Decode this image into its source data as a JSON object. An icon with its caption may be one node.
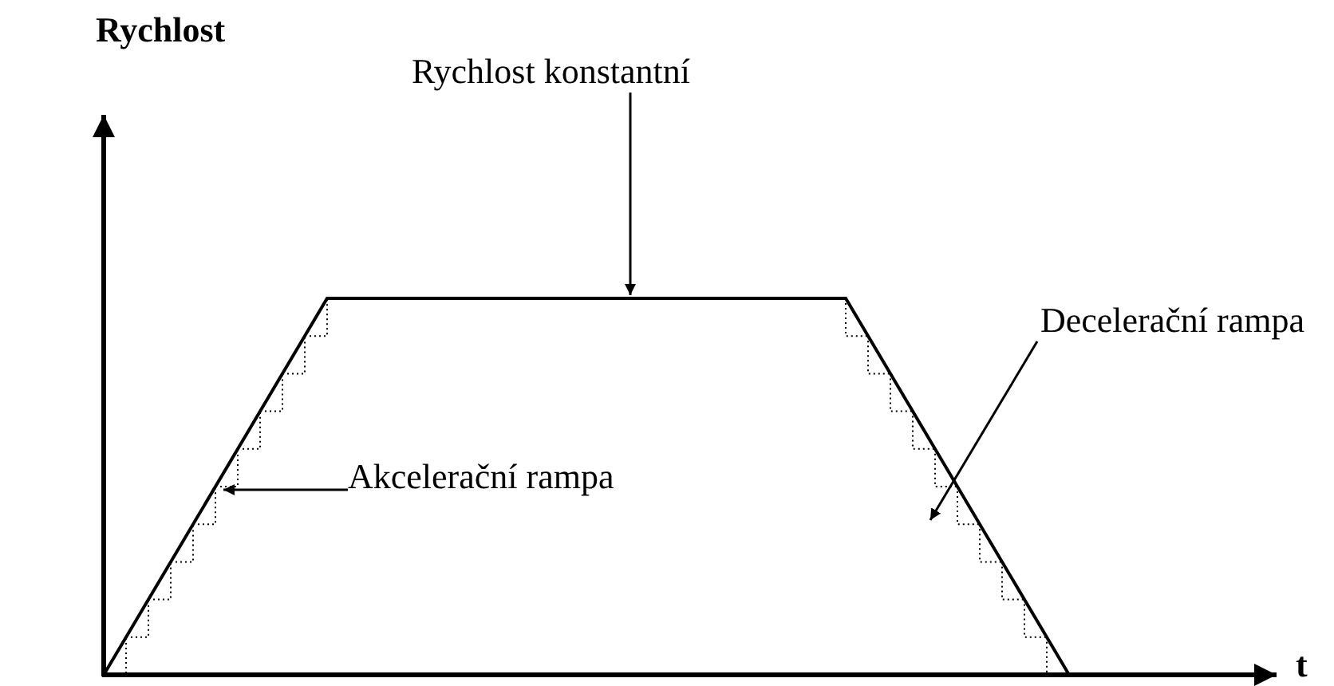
{
  "diagram": {
    "nodes": [
      {
        "text": [
          "Rychlost konstantní"
        ]
      },
      {
        "text": [
          "Decelerační rampa"
        ]
      },
      {
        "text": [
          "Akcelerační rampa"
        ]
      }
    ],
    "edges": [
      {
        "from": 0,
        "to": null,
        "arrow": "to"
      },
      {
        "from": 1,
        "to": null,
        "arrow": "to"
      },
      {
        "from": 2,
        "to": null,
        "arrow": "to"
      }
    ],
    "labels": [
      "Rychlost",
      "t"
    ]
  }
}
